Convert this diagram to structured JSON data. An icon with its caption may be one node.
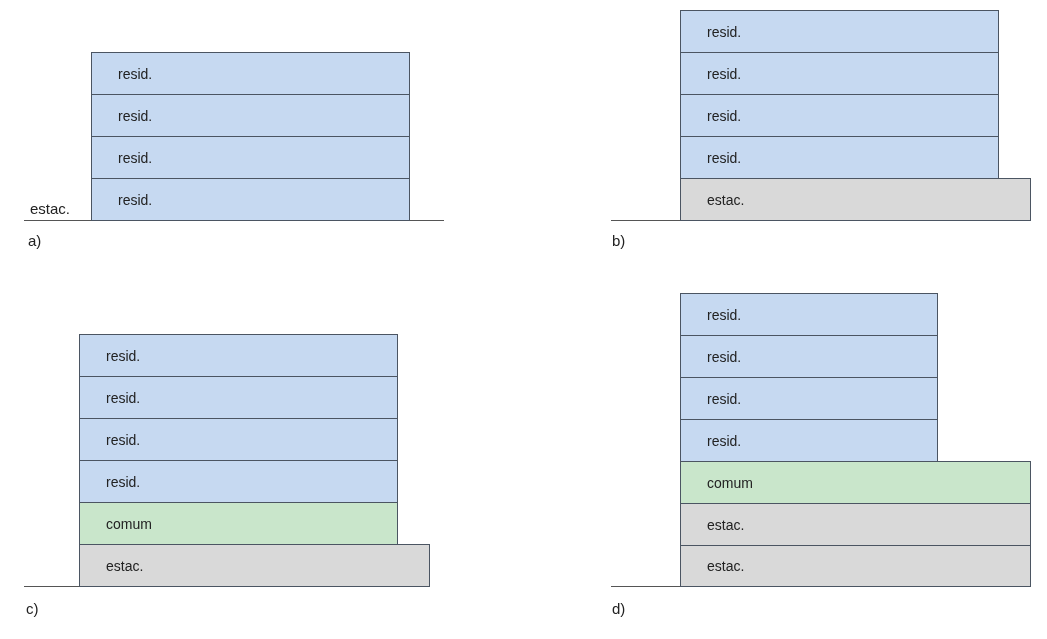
{
  "diagram": {
    "nodes": [
      {
        "text": [
          "resid."
        ]
      },
      {
        "text": [
          "resid."
        ]
      },
      {
        "text": [
          "resid."
        ]
      },
      {
        "text": [
          "resid."
        ]
      },
      {
        "text": [
          "resid."
        ]
      },
      {
        "text": [
          "resid."
        ]
      },
      {
        "text": [
          "resid."
        ]
      },
      {
        "text": [
          "resid."
        ]
      },
      {
        "text": [
          "estac."
        ]
      },
      {
        "text": [
          "resid."
        ]
      },
      {
        "text": [
          "resid."
        ]
      },
      {
        "text": [
          "resid."
        ]
      },
      {
        "text": [
          "resid."
        ]
      },
      {
        "text": [
          "comum"
        ]
      },
      {
        "text": [
          "estac."
        ]
      },
      {
        "text": [
          "resid."
        ]
      },
      {
        "text": [
          "resid."
        ]
      },
      {
        "text": [
          "resid."
        ]
      },
      {
        "text": [
          "resid."
        ]
      },
      {
        "text": [
          "comum"
        ]
      },
      {
        "text": [
          "estac."
        ]
      },
      {
        "text": [
          "estac."
        ]
      }
    ],
    "labels": [
      "estac.",
      "a)",
      "b)",
      "c)",
      "d)"
    ]
  }
}
